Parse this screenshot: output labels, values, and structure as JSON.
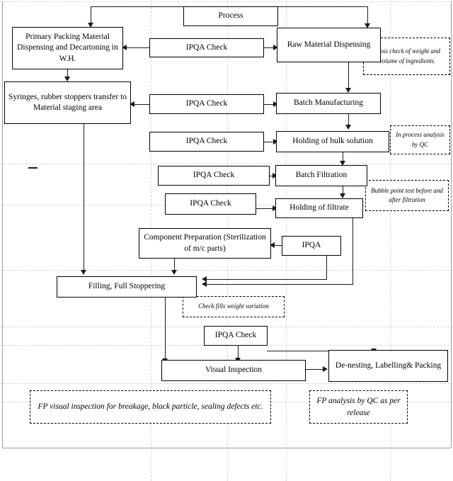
{
  "diagram": {
    "title": "Process",
    "nodes": {
      "process": "Process",
      "primary_packing": "Primary Packing Material Dispensing and Decartoning in W.H.",
      "ipqa_check_1": "IPQA Check",
      "raw_material": "Raw Material Dispensing",
      "syringes": "Syringes, rubber stoppers transfer to Material staging area",
      "ipqa_check_2": "IPQA Check",
      "batch_manufacturing": "Batch Manufacturing",
      "ipqa_check_3": "IPQA Check",
      "holding_bulk": "Holding of bulk solution",
      "ipqa_check_4": "IPQA Check",
      "batch_filtration": "Batch Filtration",
      "ipqa_check_5": "IPQA Check",
      "holding_filtrate": "Holding of filtrate",
      "component_preparation": "Component Preparation (Sterilization of m/c parts)",
      "ipqa": "IPQA",
      "filling": "Filling, Full Stoppering",
      "ipqa_check_6": "IPQA Check",
      "visual_inspection": "Visual Inspection",
      "denesting": "De-nesting, Labelling& Packing"
    },
    "notes": {
      "cross_check": "Cross check of weight and volume of ingredients",
      "in_process": "In process analysis by QC",
      "bubble_point": "Bubble point test before and after filtration",
      "check_fills": "Check fills weight variation",
      "fp_visual": "FP visual inspection for breakage, black particle, sealing defects etc.",
      "fp_analysis": "FP analysis by QC as per release"
    },
    "colors": {
      "box_border": "#000000",
      "line": "#1a1a1a",
      "grid": "#d5d5d5",
      "frame": "#9a9a9a",
      "background": "#ffffff"
    }
  }
}
